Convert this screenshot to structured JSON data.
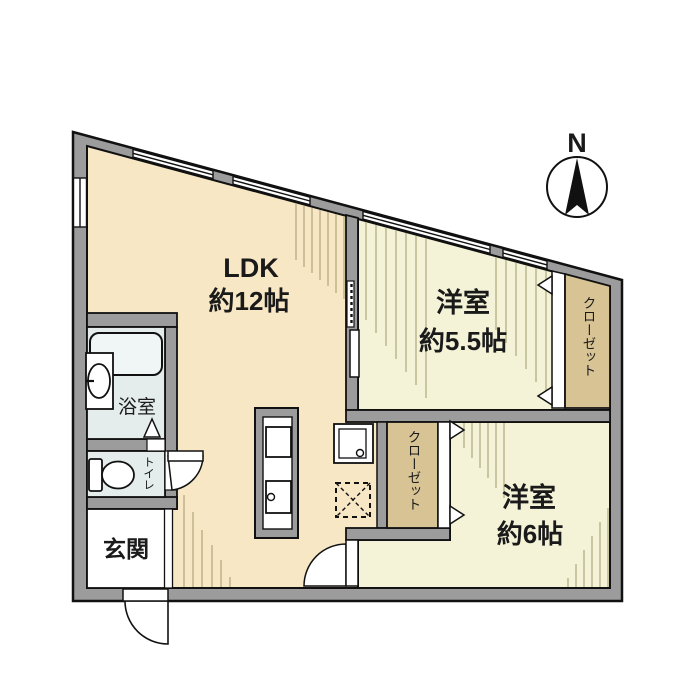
{
  "compass": {
    "north_label": "N"
  },
  "rooms": {
    "ldk": {
      "name": "LDK",
      "area": "約12帖"
    },
    "western_room_1": {
      "name": "洋室",
      "area": "約5.5帖"
    },
    "western_room_2": {
      "name": "洋室",
      "area": "約6帖"
    },
    "entrance": {
      "name": "玄関"
    },
    "bathroom": {
      "name": "浴室"
    },
    "toilet": {
      "name": "トイレ"
    },
    "closet_east": {
      "name": "クローゼット"
    },
    "closet_center": {
      "name": "クローゼット"
    }
  },
  "colors": {
    "wall": "#9c9c9c",
    "outline": "#111111",
    "ldk_floor": "#f7e7c4",
    "bedroom_floor": "#f4f3d8",
    "closet": "#d8c395",
    "wet_area": "#e4edec",
    "entrance_floor": "#ffffff",
    "fixture": "#ffffff",
    "tub": "#eff6f5",
    "hatch": "#a89f74",
    "compass_needle": "#111111"
  }
}
